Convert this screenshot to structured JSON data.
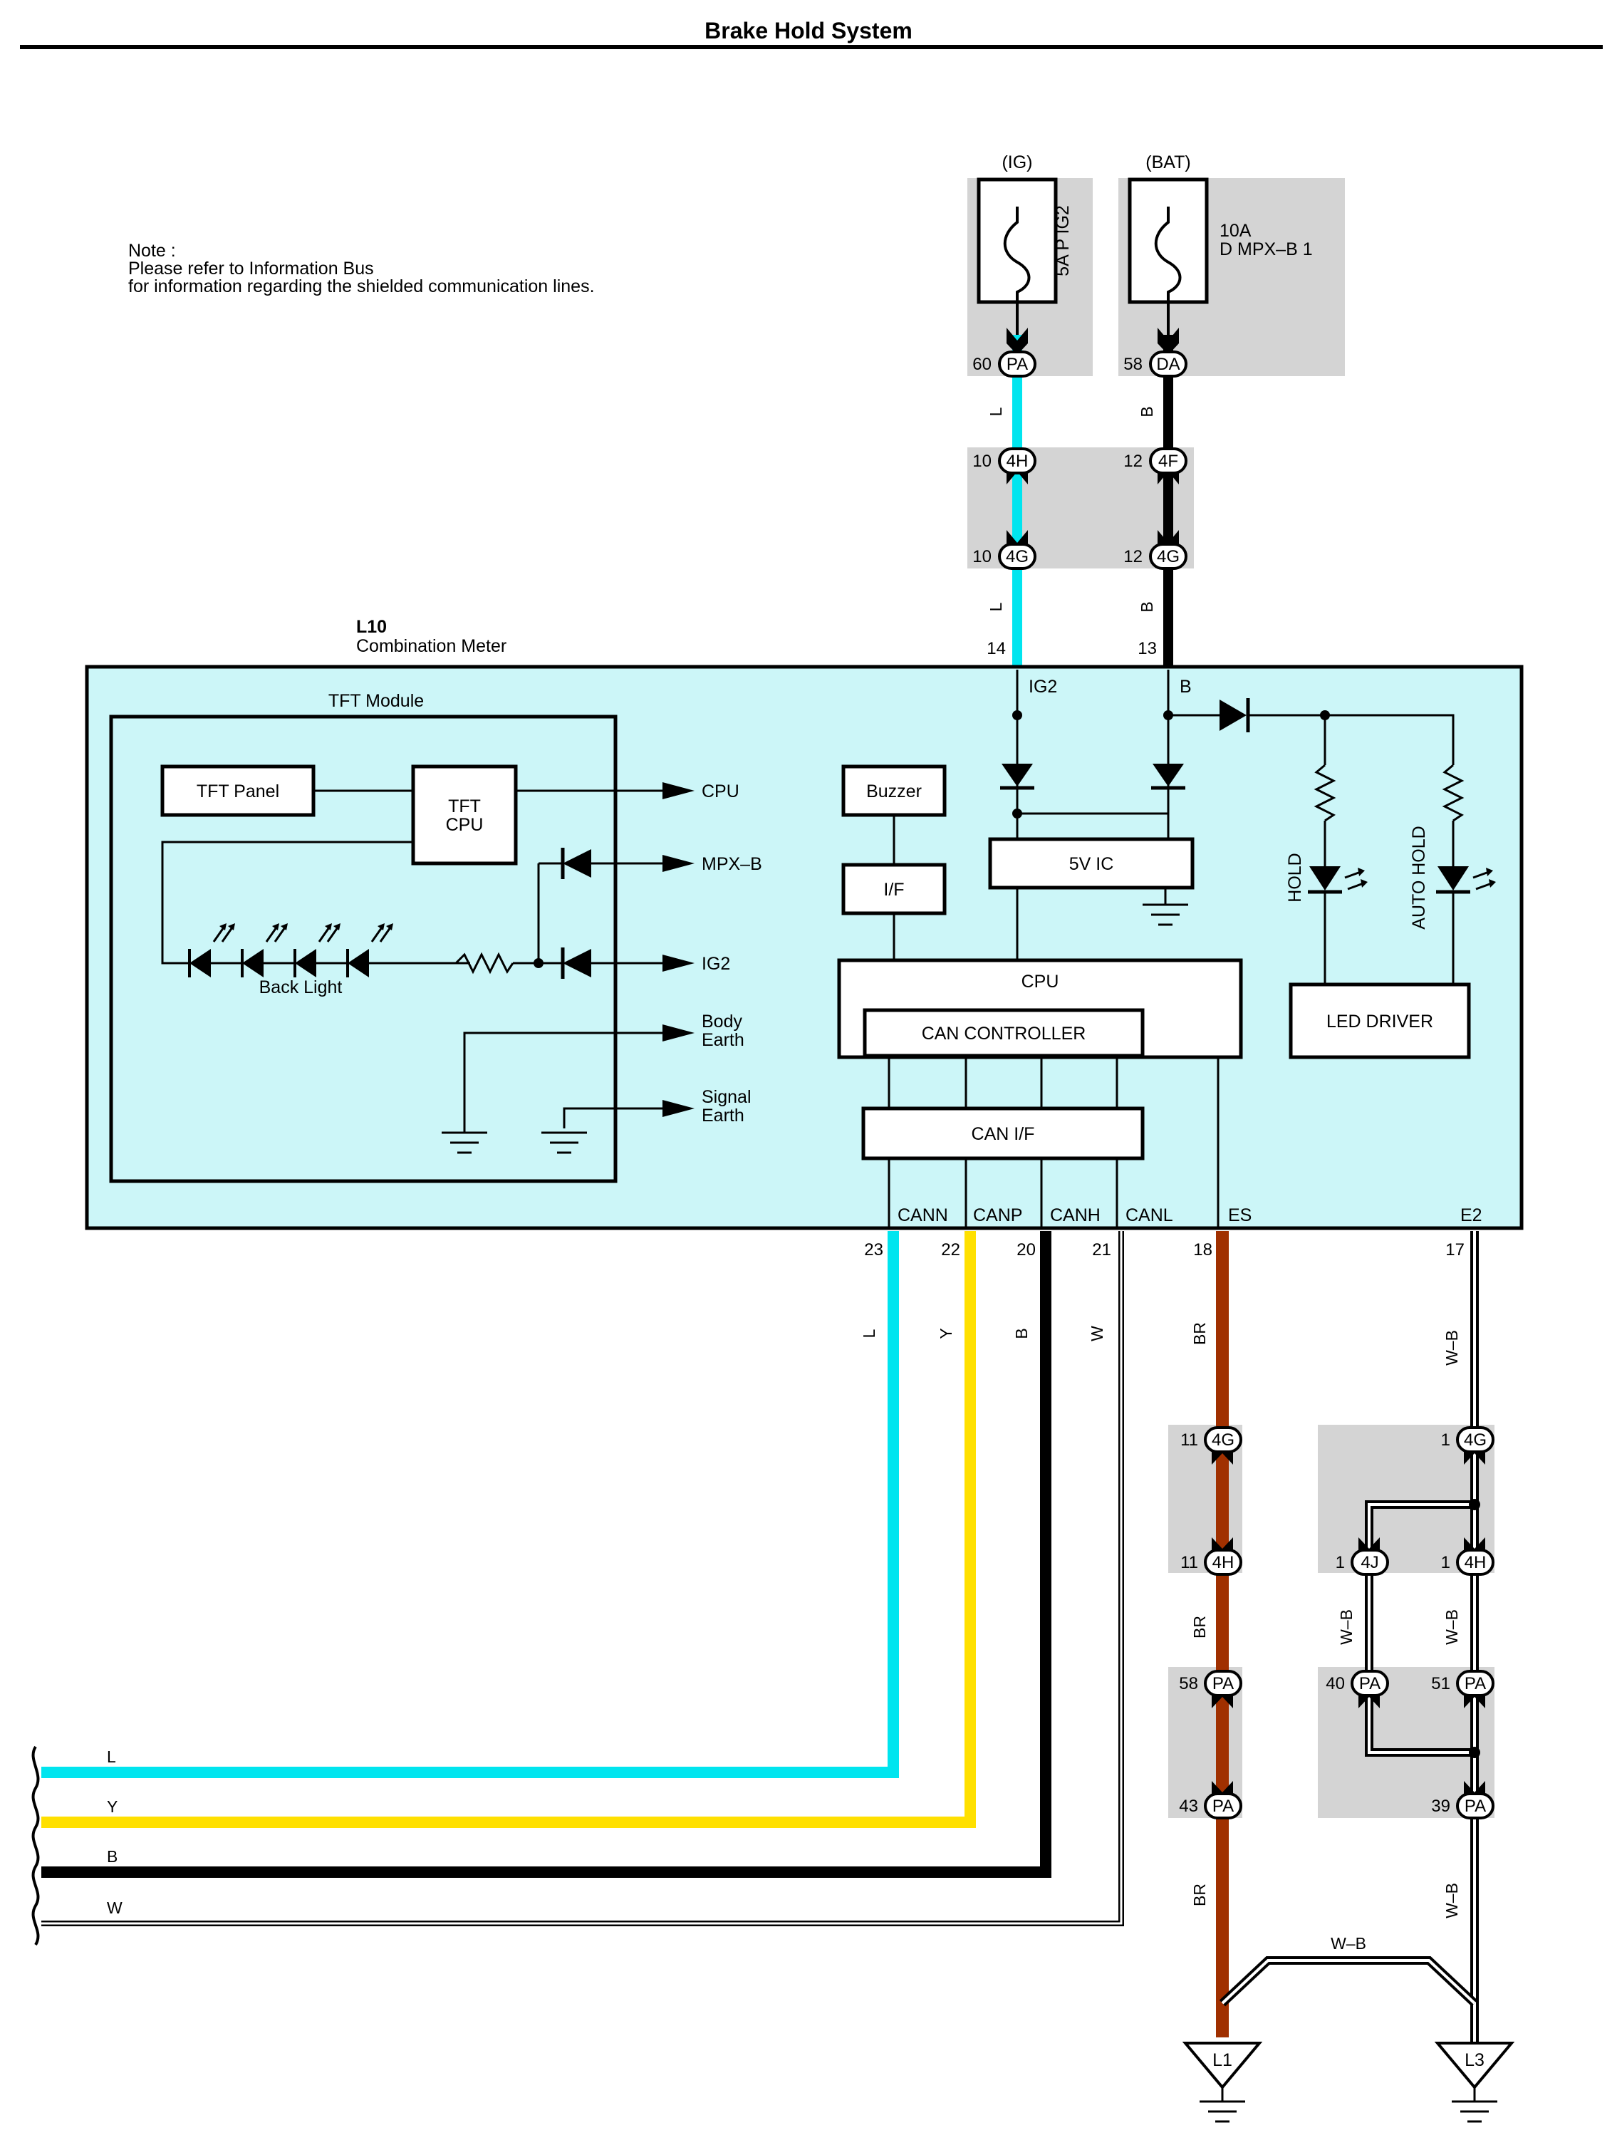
{
  "title": "Brake Hold System",
  "note": {
    "line1": "Note :",
    "line2": "Please refer to Information Bus",
    "line3": "for information regarding the shielded communication lines."
  },
  "power": {
    "ig_label": "(IG)",
    "bat_label": "(BAT)",
    "fuse_ig": "5A P IG2",
    "fuse_bat_amp": "10A",
    "fuse_bat_name": "D MPX–B 1"
  },
  "component": {
    "id": "L10",
    "name": "Combination Meter",
    "tft_module": "TFT Module",
    "tft_panel": "TFT Panel",
    "tft_cpu_1": "TFT",
    "tft_cpu_2": "CPU",
    "back_light": "Back Light",
    "buzzer": "Buzzer",
    "if": "I/F",
    "ic5v": "5V IC",
    "cpu": "CPU",
    "can_controller": "CAN CONTROLLER",
    "can_if": "CAN I/F",
    "led_driver": "LED DRIVER",
    "hold": "HOLD",
    "auto_hold": "AUTO HOLD",
    "outputs": {
      "cpu": "CPU",
      "mpxb": "MPX–B",
      "ig2": "IG2",
      "body_1": "Body",
      "body_2": "Earth",
      "signal_1": "Signal",
      "signal_2": "Earth"
    },
    "terminals": {
      "ig2": "IG2",
      "b": "B",
      "cann": "CANN",
      "canp": "CANP",
      "canh": "CANH",
      "canl": "CANL",
      "es": "ES",
      "e2": "E2"
    }
  },
  "connectors": {
    "pa": "PA",
    "da": "DA",
    "c4h": "4H",
    "c4f": "4F",
    "c4g": "4G",
    "c4j": "4J",
    "l1": "L1",
    "l3": "L3"
  },
  "pins": {
    "p60": "60",
    "p58": "58",
    "p10a": "10",
    "p10b": "10",
    "p12a": "12",
    "p12b": "12",
    "p14": "14",
    "p13": "13",
    "p23": "23",
    "p22": "22",
    "p20": "20",
    "p21": "21",
    "p18": "18",
    "p17": "17",
    "p11a": "11",
    "p11b": "11",
    "p58b": "58",
    "p43": "43",
    "p1a": "1",
    "p1b": "1",
    "p1c": "1",
    "p40": "40",
    "p51": "51",
    "p39": "39"
  },
  "wire_codes": {
    "l": "L",
    "b": "B",
    "y": "Y",
    "w": "W",
    "br": "BR",
    "wb": "W–B"
  },
  "colors": {
    "wire_l": "#00e5ef",
    "wire_y": "#ffe000",
    "wire_b": "#000000",
    "wire_br": "#a03000",
    "component_fill": "#ccf6f8",
    "junction_gray": "#d4d4d4"
  }
}
